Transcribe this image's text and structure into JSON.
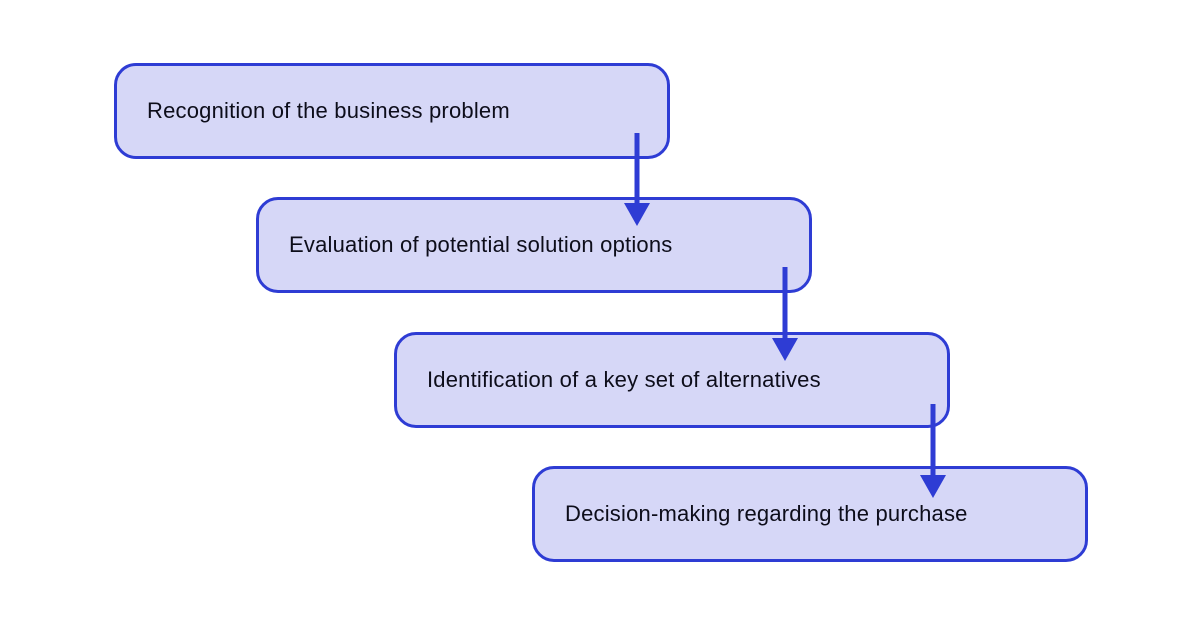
{
  "diagram": {
    "type": "flowchart",
    "description": "Four-step staircase flow connected by downward arrows",
    "steps": [
      {
        "label": "Recognition of the business problem"
      },
      {
        "label": "Evaluation of potential solution options"
      },
      {
        "label": "Identification of a key set of alternatives"
      },
      {
        "label": "Decision-making regarding the purchase"
      }
    ],
    "connectors": [
      {
        "from": 1,
        "to": 2,
        "direction": "down"
      },
      {
        "from": 2,
        "to": 3,
        "direction": "down"
      },
      {
        "from": 3,
        "to": 4,
        "direction": "down"
      }
    ],
    "colors": {
      "background": "#ffffff",
      "box_fill": "#d6d7f7",
      "box_border": "#2e3cd4",
      "arrow": "#2e3cd4",
      "text": "#0d0d1a"
    }
  }
}
